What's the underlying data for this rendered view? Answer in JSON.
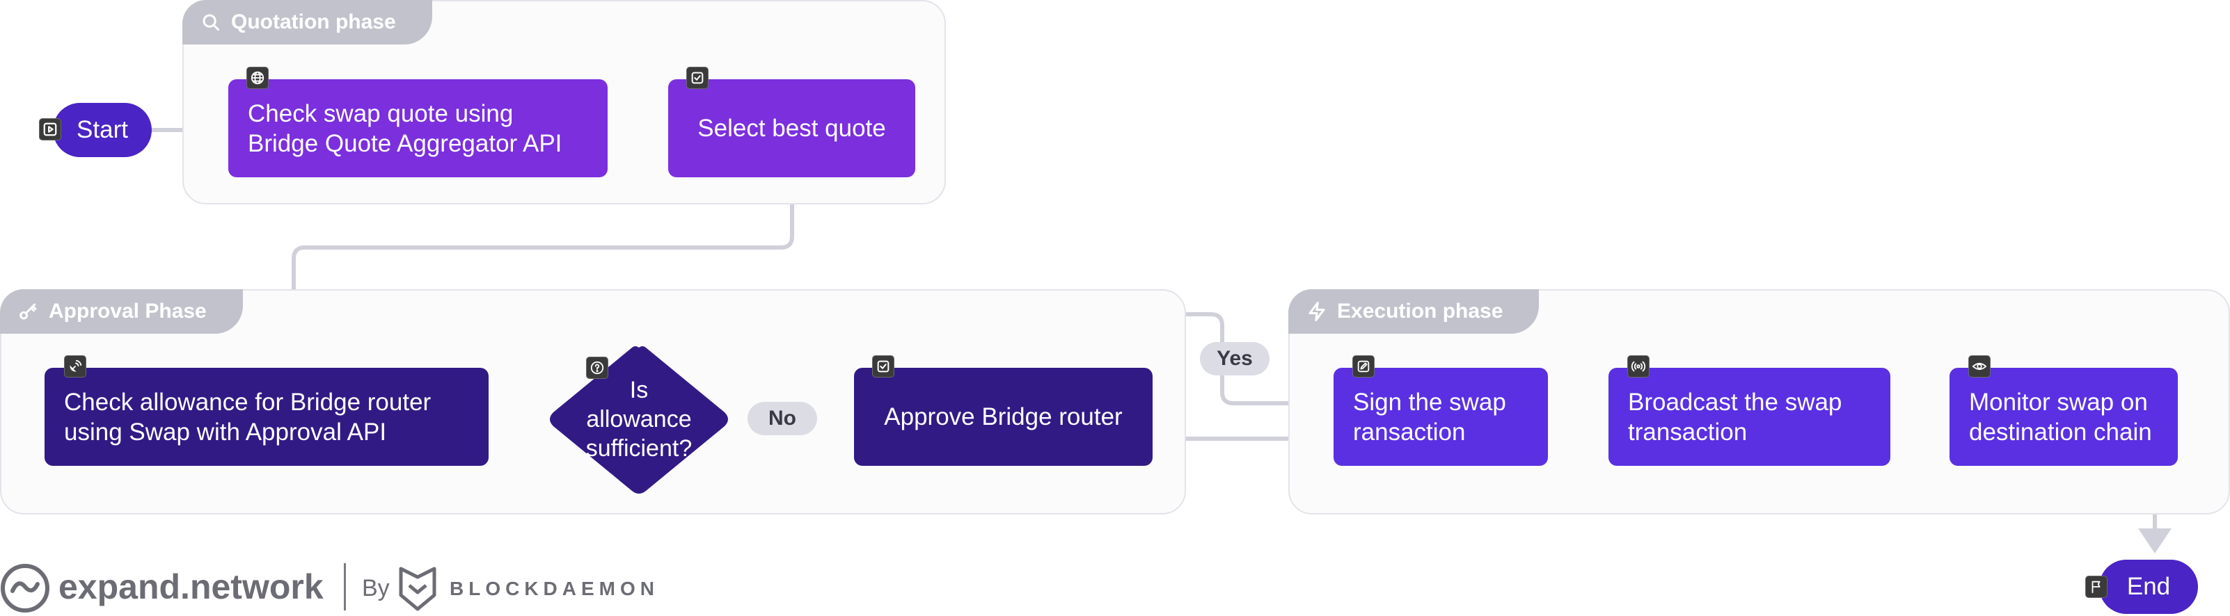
{
  "colors": {
    "start_end": "#4a24c4",
    "quotation_node": "#7b2fdd",
    "approval_node": "#321a85",
    "execution_node": "#5a30e2",
    "connector": "#d0d0da",
    "group_header": "#c2c2cc"
  },
  "terminals": {
    "start_label": "Start",
    "end_label": "End"
  },
  "groups": {
    "quotation": {
      "title": "Quotation phase",
      "icon": "search-icon"
    },
    "approval": {
      "title": "Approval Phase",
      "icon": "key-icon"
    },
    "execution": {
      "title": "Execution phase",
      "icon": "lightning-icon"
    }
  },
  "nodes": {
    "check_quote": {
      "line1": "Check swap quote using",
      "line2": "Bridge Quote Aggregator API",
      "icon": "globe-icon"
    },
    "select_quote": {
      "text": "Select best quote",
      "icon": "checkbox-icon"
    },
    "check_allowance": {
      "line1": "Check allowance for Bridge router",
      "line2": "using Swap with Approval API",
      "icon": "satellite-dish-icon"
    },
    "decision": {
      "line1": "Is",
      "line2": "allowance",
      "line3": "sufficient?",
      "icon": "question-icon"
    },
    "approve_router": {
      "text": "Approve Bridge router",
      "icon": "checkbox-icon"
    },
    "sign_swap": {
      "line1": "Sign the swap",
      "line2": "ransaction",
      "icon": "pencil-icon"
    },
    "broadcast_swap": {
      "line1": "Broadcast the swap",
      "line2": "transaction",
      "icon": "broadcast-icon"
    },
    "monitor_swap": {
      "line1": "Monitor swap on",
      "line2": "destination chain",
      "icon": "eye-icon"
    }
  },
  "edge_labels": {
    "no": "No",
    "yes": "Yes"
  },
  "footer": {
    "brand": "expand.network",
    "by": "By",
    "partner": "BLOCKDAEMON"
  }
}
